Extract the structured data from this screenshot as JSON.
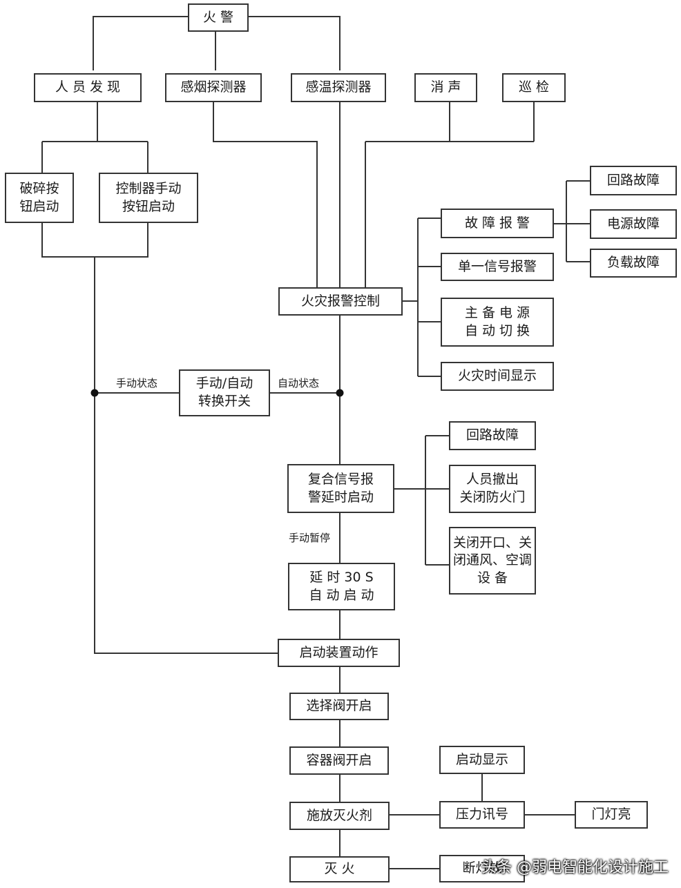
{
  "nodes": {
    "fire_alarm": "火 警",
    "person_find": "人 员 发 现",
    "smoke_detector": "感烟探测器",
    "temp_detector": "感温探测器",
    "silence": "消 声",
    "inspect": "巡 检",
    "break_button": "破碎按\n钮启动",
    "controller_manual": "控制器手动\n按钮启动",
    "fault_alarm": "故 障 报 警",
    "loop_fault_1": "回路故障",
    "power_fault": "电源故障",
    "load_fault": "负载故障",
    "single_signal": "单一信号报警",
    "fire_control": "火灾报警控制",
    "power_switch": "主 备 电 源\n自 动 切 换",
    "fire_time": "火灾时间显示",
    "mode_switch": "手动/自动\n转换开关",
    "composite_signal": "复合信号报\n警延时启动",
    "loop_fault_2": "回路故障",
    "evacuate": "人员撤出\n关闭防火门",
    "close_openings": "关闭开口、关\n闭通风、空调\n设 备",
    "delay_30s": "延 时 30 S\n自 动 启 动",
    "start_device": "启动装置动作",
    "select_valve": "选择阀开启",
    "container_valve": "容器阀开启",
    "release_agent": "施放灭火剂",
    "start_display": "启动显示",
    "pressure_signal": "压力讯号",
    "door_light": "门灯亮",
    "extinguish": "灭 火",
    "deflate": "断灯放"
  },
  "labels": {
    "manual_state": "手动状态",
    "auto_state": "自动状态",
    "manual_pause": "手动暂停"
  },
  "watermark": "头条 @弱电智能化设计施工",
  "colors": {
    "line": "#333333",
    "dot": "#111111"
  }
}
